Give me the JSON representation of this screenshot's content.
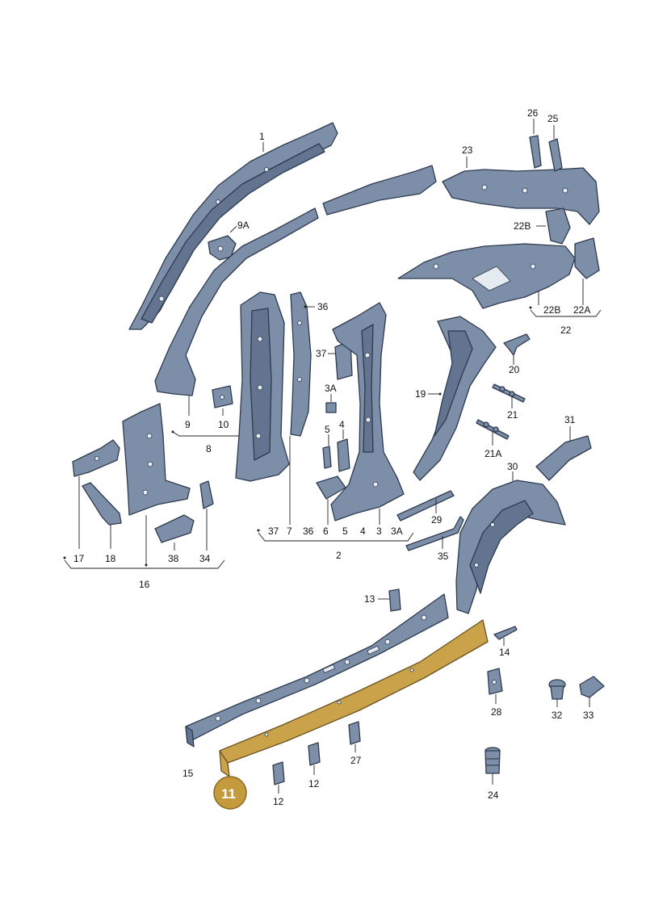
{
  "labels": {
    "l1": "1",
    "l9A": "9A",
    "l9": "9",
    "l10": "10",
    "l8": "8",
    "l36a": "36",
    "l37a": "37",
    "l3Aa": "3A",
    "l5a": "5",
    "l4a": "4",
    "l37b": "37",
    "l7": "7",
    "l36b": "36",
    "l6": "6",
    "l5b": "5",
    "l4b": "4",
    "l3": "3",
    "l3Ab": "3A",
    "l2": "2",
    "l23": "23",
    "l26": "26",
    "l25": "25",
    "l22B": "22B",
    "l22Bb": "22B",
    "l22A": "22A",
    "l22": "22",
    "l20": "20",
    "l19": "19",
    "l21": "21",
    "l21A": "21A",
    "l31": "31",
    "l30": "30",
    "l29": "29",
    "l35": "35",
    "l17": "17",
    "l18": "18",
    "l16": "16",
    "l38": "38",
    "l34": "34",
    "l13": "13",
    "l14": "14",
    "l15": "15",
    "l12a": "12",
    "l12b": "12",
    "l27": "27",
    "l28": "28",
    "l32": "32",
    "l33": "33",
    "l24": "24"
  },
  "highlight": {
    "part": "11",
    "color": "#c39a3c"
  }
}
